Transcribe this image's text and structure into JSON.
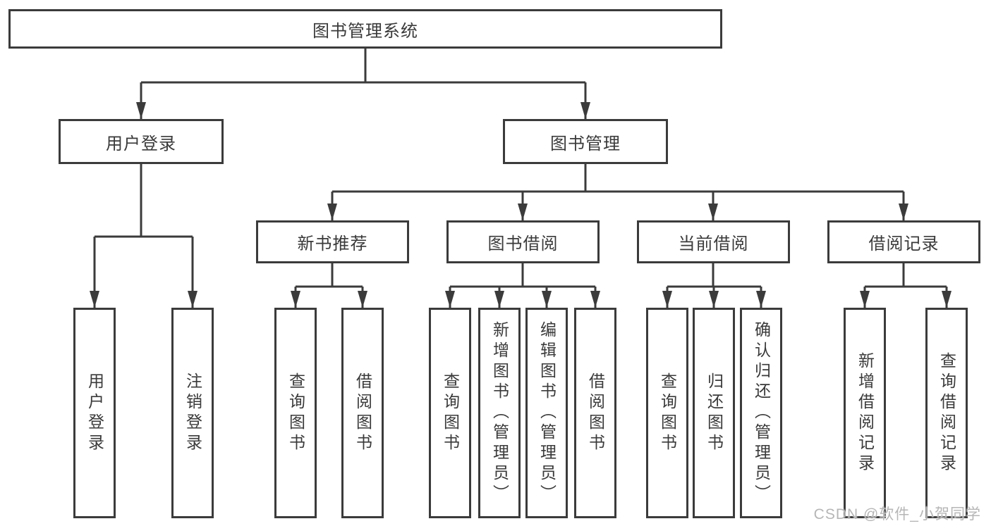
{
  "diagram": {
    "root": "图书管理系统",
    "login": {
      "label": "用户登录",
      "children": [
        "用户登录",
        "注销登录"
      ]
    },
    "mgmt": {
      "label": "图书管理"
    },
    "recommend": {
      "label": "新书推荐",
      "children": [
        "查询图书",
        "借阅图书"
      ]
    },
    "borrow": {
      "label": "图书借阅",
      "children": [
        "查询图书",
        "新增图书（管理员）",
        "编辑图书（管理员）",
        "借阅图书"
      ]
    },
    "current": {
      "label": "当前借阅",
      "children": [
        "查询图书",
        "归还图书",
        "确认归还（管理员）"
      ]
    },
    "records": {
      "label": "借阅记录",
      "children": [
        "新增借阅记录",
        "查询借阅记录"
      ]
    }
  },
  "watermark": "CSDN @软件_小贺同学",
  "colors": {
    "line": "#3b3b3b",
    "text": "#3a3a3a",
    "watermark": "#b6b6b6",
    "background": "#ffffff"
  }
}
